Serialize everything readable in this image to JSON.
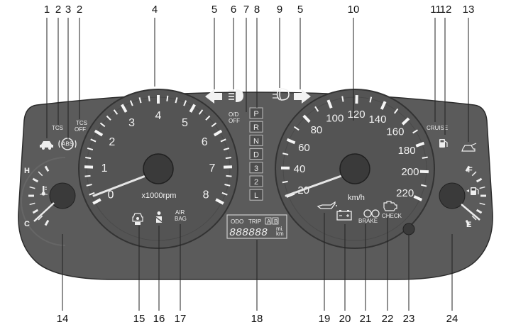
{
  "callouts_top": [
    "1",
    "2",
    "3",
    "2",
    "4",
    "5",
    "6",
    "7",
    "8",
    "9",
    "5",
    "10",
    "11",
    "12",
    "13"
  ],
  "callouts_bottom": [
    "14",
    "15",
    "16",
    "17",
    "18",
    "19",
    "20",
    "21",
    "22",
    "23",
    "24"
  ],
  "tachometer": {
    "numbers": [
      "0",
      "1",
      "2",
      "3",
      "4",
      "5",
      "6",
      "7",
      "8"
    ],
    "unit": "x1000rpm"
  },
  "speedometer": {
    "numbers": [
      "20",
      "40",
      "60",
      "80",
      "100",
      "120",
      "140",
      "160",
      "180",
      "200",
      "220"
    ],
    "unit": "km/h"
  },
  "temp_gauge": {
    "high": "H",
    "low": "C"
  },
  "fuel_gauge": {
    "full": "F",
    "empty": "E"
  },
  "gear_indicator": [
    "P",
    "R",
    "N",
    "D",
    "3",
    "2",
    "L"
  ],
  "indicators": {
    "tcs": "TCS",
    "tcs_off_line1": "TCS",
    "tcs_off_line2": "OFF",
    "abs": "ABS",
    "od_off_line1": "O/D",
    "od_off_line2": "OFF",
    "cruise": "CRUISE",
    "airbag_line1": "AIR",
    "airbag_line2": "BAG",
    "brake": "BRAKE",
    "check": "CHECK"
  },
  "odometer": {
    "odo": "ODO",
    "trip": "TRIP",
    "a": "A",
    "b": "B",
    "digits": "888888",
    "unit_top": "mi.",
    "unit_bottom": "km"
  },
  "colors": {
    "panel": "#5b5b5b",
    "dial_face": "#545454",
    "hub": "#3a3a3a",
    "tick": "#f5f5f5"
  },
  "icons": [
    "car-slip-icon",
    "abs-icon",
    "left-turn-arrow-icon",
    "high-beam-icon",
    "front-fog-icon",
    "right-turn-arrow-icon",
    "fuel-pump-icon",
    "door-ajar-icon",
    "coolant-thermometer-icon",
    "immobilizer-icon",
    "seatbelt-icon",
    "oil-can-icon",
    "battery-icon",
    "brake-warning-icon",
    "engine-check-icon"
  ]
}
